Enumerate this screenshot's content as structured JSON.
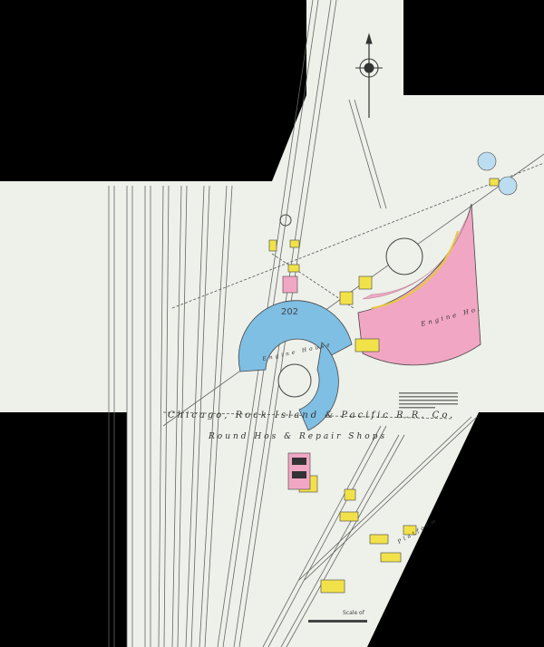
{
  "map": {
    "sheet_number": "202",
    "company_label": "Chicago, Rock Island & Pacific R.R. Co.",
    "shops_label": "Round Hos & Repair Shops",
    "railroad_label": "R.R. Co.",
    "roundhouse_label_blue": "Engine House",
    "roundhouse_label_pink": "Engine Ho.",
    "platform_label": "Platform",
    "scale_label": "Scale of",
    "north_arrow": "compass-rose",
    "colors": {
      "paper": "#eef0ea",
      "background": "#000000",
      "brick_pink": "#f1a7c3",
      "frame_yellow": "#f2e24a",
      "stone_blue": "#7fbfe3",
      "line": "#555555"
    }
  }
}
